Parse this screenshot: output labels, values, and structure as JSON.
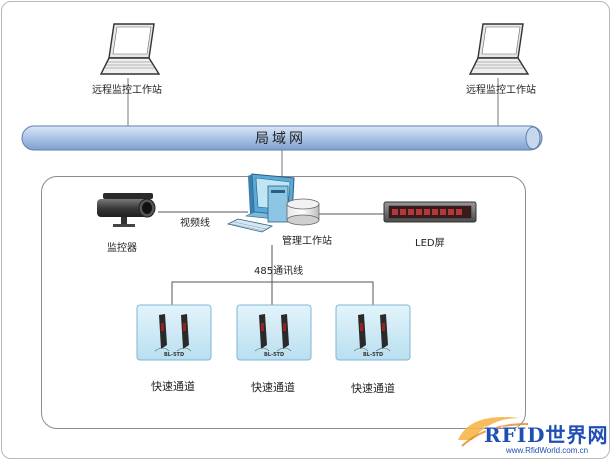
{
  "labels": {
    "workstation_left": "远程监控工作站",
    "workstation_right": "远程监控工作站",
    "lan": "局域网",
    "camera": "监控器",
    "video_line": "视频线",
    "manager_station": "管理工作站",
    "led_screen": "LED屏",
    "comm_line": "485通讯线",
    "gate_1": "快速通道",
    "gate_2": "快速通道",
    "gate_3": "快速通道",
    "gate_model": "BL-5TD"
  },
  "watermark": {
    "main": "RFID世界网",
    "sub": "www.RfidWorld.com.cn"
  },
  "colors": {
    "lan_pipe": "#a9c3e6",
    "lan_pipe_edge": "#5f7fb0",
    "gate_panel": "#cfe9f6",
    "gate_panel_edge": "#7fb6d6",
    "brand": "#1f4fb5"
  }
}
